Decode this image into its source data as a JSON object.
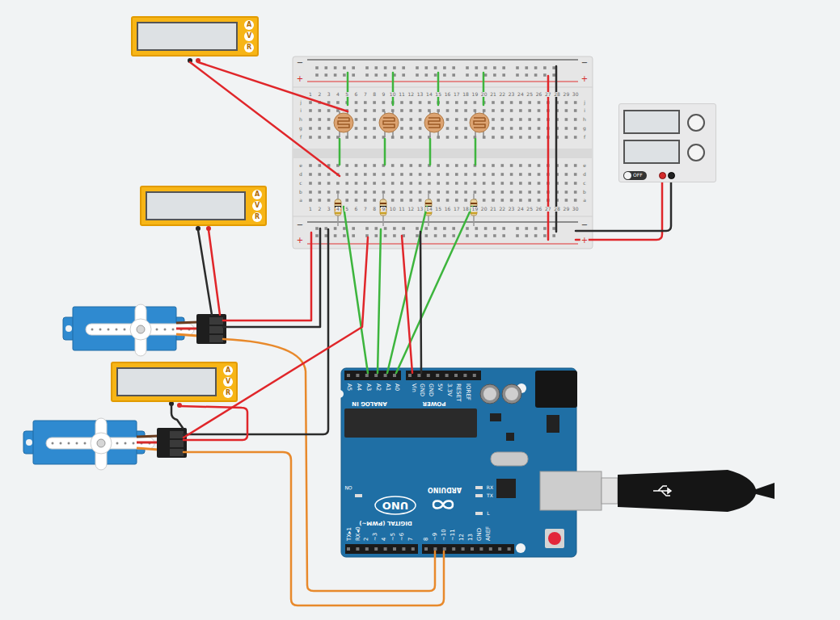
{
  "diagram": {
    "nodes": [
      {
        "text": [
          "A",
          "V",
          "R"
        ]
      },
      {
        "text": [
          "A",
          "V",
          "R"
        ]
      },
      {
        "text": [
          "A",
          "V",
          "R"
        ]
      },
      {
        "text": [
          "OFF"
        ]
      }
    ],
    "labels": [
      "1",
      "2",
      "3",
      "4",
      "5",
      "6",
      "7",
      "8",
      "9",
      "10",
      "11",
      "12",
      "13",
      "14",
      "15",
      "16",
      "17",
      "18",
      "19",
      "20",
      "21",
      "22",
      "23",
      "24",
      "25",
      "26",
      "27",
      "28",
      "29",
      "30",
      "1",
      "2",
      "3",
      "4",
      "5",
      "6",
      "7",
      "8",
      "9",
      "10",
      "11",
      "12",
      "13",
      "14",
      "15",
      "16",
      "17",
      "18",
      "19",
      "20",
      "21",
      "22",
      "23",
      "24",
      "25",
      "26",
      "27",
      "28",
      "29",
      "30",
      "j",
      "i",
      "h",
      "g",
      "f",
      "e",
      "d",
      "c",
      "b",
      "a",
      "j",
      "i",
      "h",
      "g",
      "f",
      "e",
      "d",
      "c",
      "b",
      "a",
      "−",
      "+",
      "−",
      "+",
      "−",
      "+",
      "−",
      "+",
      "A5",
      "A4",
      "A3",
      "A2",
      "A1",
      "A0",
      "ANALOG IN",
      "Vin",
      "GND",
      "GND",
      "5V",
      "3.3V",
      "RESET",
      "IOREF",
      "POWER",
      "ON",
      "UNO",
      "ARDUINO",
      "RX",
      "TX",
      "L",
      "TX▸1",
      "RX◂0",
      "2",
      "~3",
      "4",
      "~5",
      "~6",
      "7",
      "8",
      "~9",
      "~10",
      "~11",
      "12",
      "13",
      "GND",
      "AREF",
      "DIGITAL (PWM~)"
    ]
  }
}
